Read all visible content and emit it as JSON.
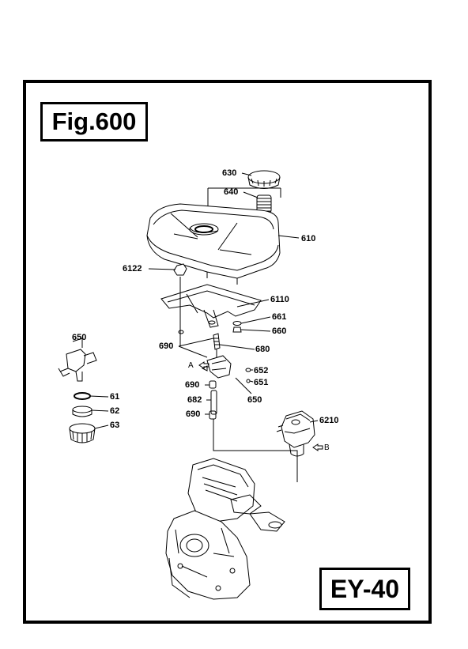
{
  "figure": {
    "title": "Fig.600"
  },
  "model": {
    "code": "EY-40"
  },
  "views": {
    "a": "A",
    "b": "B"
  },
  "parts": [
    {
      "id": "630",
      "label": "630"
    },
    {
      "id": "640",
      "label": "640"
    },
    {
      "id": "610",
      "label": "610"
    },
    {
      "id": "6122",
      "label": "6122"
    },
    {
      "id": "6110",
      "label": "6110"
    },
    {
      "id": "661",
      "label": "661"
    },
    {
      "id": "660",
      "label": "660"
    },
    {
      "id": "650a",
      "label": "650"
    },
    {
      "id": "690a",
      "label": "690"
    },
    {
      "id": "680",
      "label": "680"
    },
    {
      "id": "652",
      "label": "652"
    },
    {
      "id": "651",
      "label": "651"
    },
    {
      "id": "690b",
      "label": "690"
    },
    {
      "id": "650b",
      "label": "650"
    },
    {
      "id": "682",
      "label": "682"
    },
    {
      "id": "690c",
      "label": "690"
    },
    {
      "id": "61",
      "label": "61"
    },
    {
      "id": "62",
      "label": "62"
    },
    {
      "id": "63",
      "label": "63"
    },
    {
      "id": "6210",
      "label": "6210"
    }
  ]
}
